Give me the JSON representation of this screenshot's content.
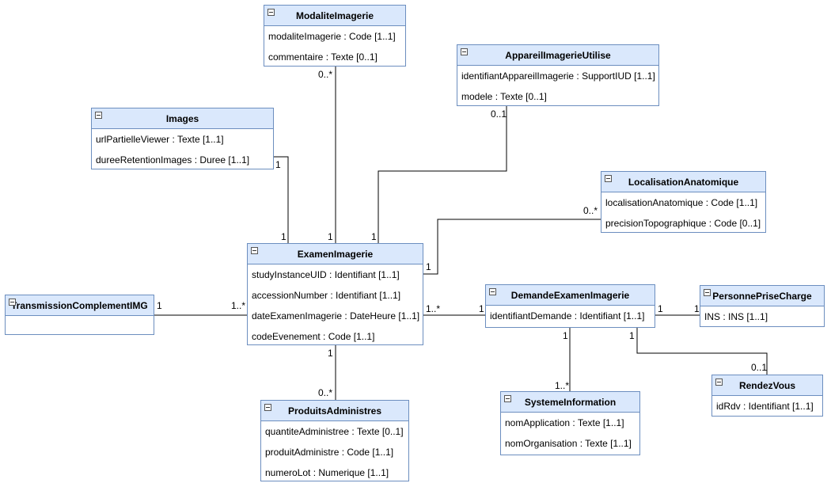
{
  "classes": {
    "modalite": {
      "name": "ModaliteImagerie",
      "attributes": [
        "modaliteImagerie : Code [1..1]",
        "commentaire : Texte [0..1]"
      ]
    },
    "appareil": {
      "name": "AppareilImagerieUtilise",
      "attributes": [
        "identifiantAppareilImagerie : SupportIUD [1..1]",
        "modele : Texte [0..1]"
      ]
    },
    "images": {
      "name": "Images",
      "attributes": [
        "urlPartielleViewer : Texte [1..1]",
        "dureeRetentionImages : Duree [1..1]"
      ]
    },
    "localisation": {
      "name": "LocalisationAnatomique",
      "attributes": [
        "localisationAnatomique : Code [1..1]",
        "precisionTopographique : Code [0..1]"
      ]
    },
    "examen": {
      "name": "ExamenImagerie",
      "attributes": [
        "studyInstanceUID : Identifiant [1..1]",
        "accessionNumber : Identifiant [1..1]",
        "dateExamenImagerie : DateHeure [1..1]",
        "codeEvenement : Code [1..1]"
      ]
    },
    "transmission": {
      "name": "TransmissionComplementIMG",
      "attributes": []
    },
    "demande": {
      "name": "DemandeExamenImagerie",
      "attributes": [
        "identifiantDemande : Identifiant [1..1]"
      ]
    },
    "personne": {
      "name": "PersonnePriseCharge",
      "attributes": [
        "INS : INS [1..1]"
      ]
    },
    "rendezvous": {
      "name": "RendezVous",
      "attributes": [
        "idRdv : Identifiant [1..1]"
      ]
    },
    "systeme": {
      "name": "SystemeInformation",
      "attributes": [
        "nomApplication : Texte [1..1]",
        "nomOrganisation : Texte [1..1]"
      ]
    },
    "produits": {
      "name": "ProduitsAdministres",
      "attributes": [
        "quantiteAdministree : Texte [0..1]",
        "produitAdministre : Code [1..1]",
        "numeroLot : Numerique [1..1]"
      ]
    }
  },
  "associations": [
    {
      "from": "modalite",
      "to": "examen",
      "from_mult": "0..*",
      "to_mult": "1"
    },
    {
      "from": "images",
      "to": "examen",
      "from_mult": "1",
      "to_mult": "1"
    },
    {
      "from": "appareil",
      "to": "examen",
      "from_mult": "0..1",
      "to_mult": "1"
    },
    {
      "from": "localisation",
      "to": "examen",
      "from_mult": "0..*",
      "to_mult": "1"
    },
    {
      "from": "transmission",
      "to": "examen",
      "from_mult": "1",
      "to_mult": "1..*"
    },
    {
      "from": "examen",
      "to": "demande",
      "from_mult": "1..*",
      "to_mult": "1"
    },
    {
      "from": "examen",
      "to": "produits",
      "from_mult": "1",
      "to_mult": "0..*"
    },
    {
      "from": "demande",
      "to": "personne",
      "from_mult": "1",
      "to_mult": "1"
    },
    {
      "from": "demande",
      "to": "systeme",
      "from_mult": "1",
      "to_mult": "1..*"
    },
    {
      "from": "demande",
      "to": "rendezvous",
      "from_mult": "1",
      "to_mult": "0..1"
    }
  ]
}
